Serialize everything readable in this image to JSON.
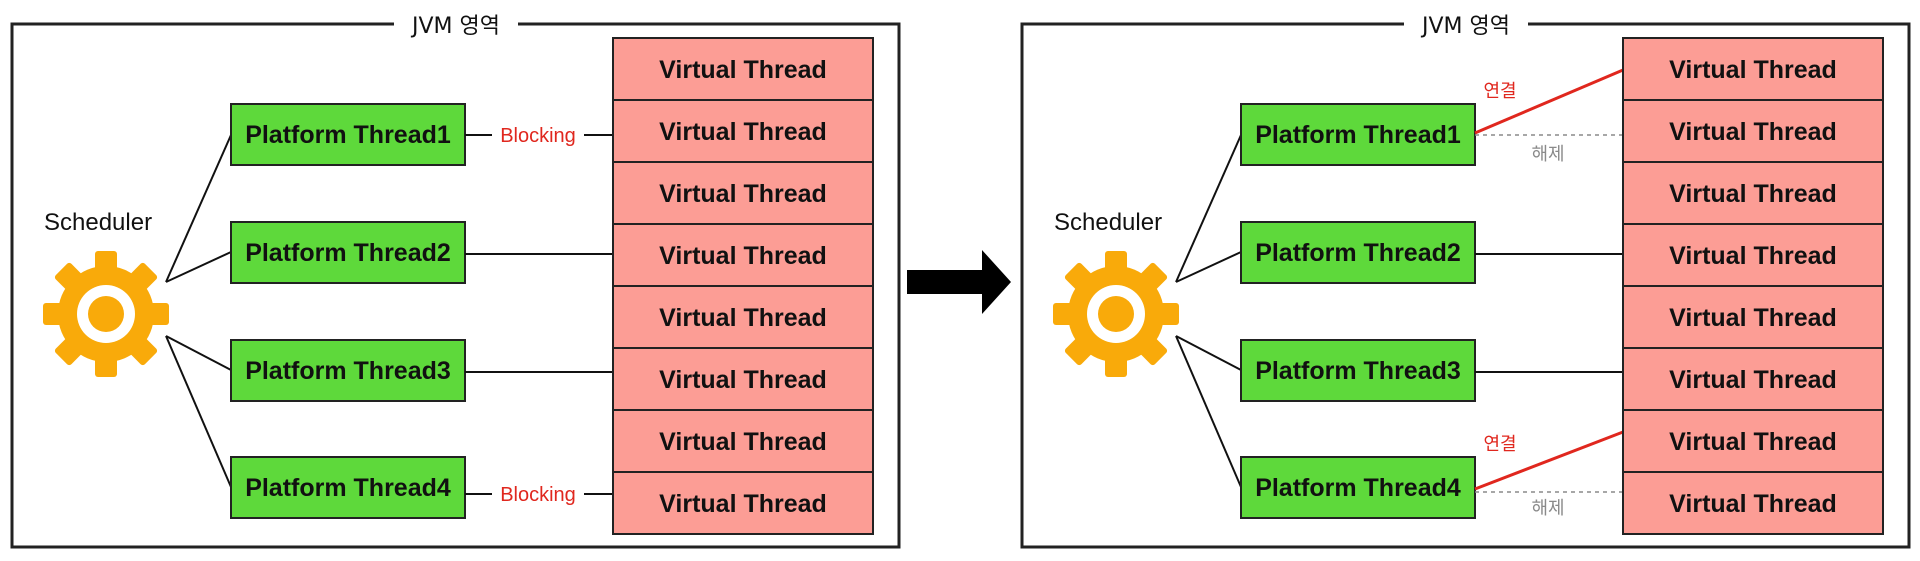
{
  "colors": {
    "platform_fill": "#5ed93b",
    "virtual_fill": "#fc9d95",
    "gear": "#f9aa0a",
    "connect": "#e0271e",
    "release": "#8a8a8a"
  },
  "left_panel": {
    "title": "JVM 영역",
    "scheduler_label": "Scheduler",
    "platform_threads": [
      "Platform Thread1",
      "Platform Thread2",
      "Platform Thread3",
      "Platform Thread4"
    ],
    "virtual_threads": [
      "Virtual Thread",
      "Virtual Thread",
      "Virtual Thread",
      "Virtual Thread",
      "Virtual Thread",
      "Virtual Thread",
      "Virtual Thread",
      "Virtual Thread"
    ],
    "blocking_label_1": "Blocking",
    "blocking_label_2": "Blocking"
  },
  "right_panel": {
    "title": "JVM 영역",
    "scheduler_label": "Scheduler",
    "platform_threads": [
      "Platform Thread1",
      "Platform Thread2",
      "Platform Thread3",
      "Platform Thread4"
    ],
    "virtual_threads": [
      "Virtual Thread",
      "Virtual Thread",
      "Virtual Thread",
      "Virtual Thread",
      "Virtual Thread",
      "Virtual Thread",
      "Virtual Thread",
      "Virtual Thread"
    ],
    "connect_label_1": "연결",
    "release_label_1": "해제",
    "connect_label_2": "연결",
    "release_label_2": "해제"
  },
  "transition_arrow": "right-arrow-icon"
}
